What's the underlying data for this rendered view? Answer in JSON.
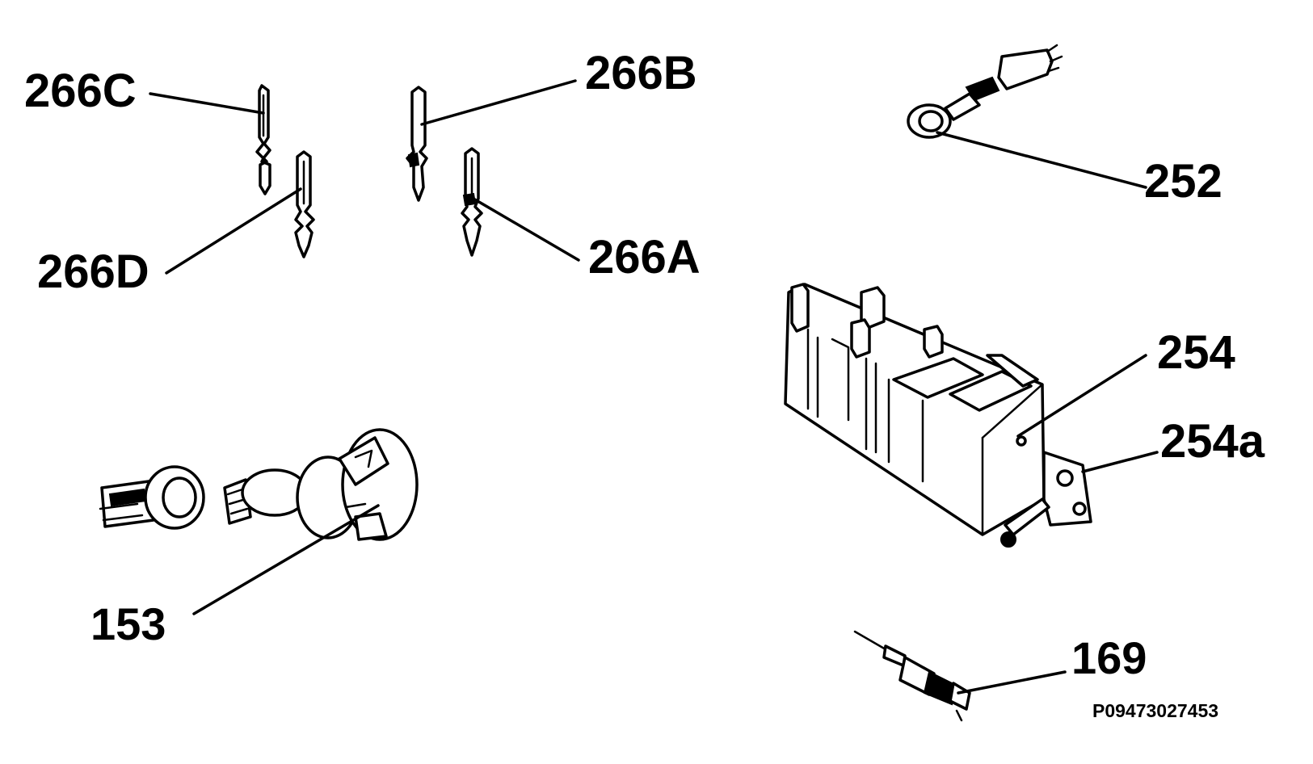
{
  "labels": {
    "l266C": "266C",
    "l266B": "266B",
    "l252": "252",
    "l266D": "266D",
    "l266A": "266A",
    "l254": "254",
    "l254a": "254a",
    "l153": "153",
    "l169": "169"
  },
  "reference_code": "P09473027453",
  "colors": {
    "ink": "#000000",
    "background": "#ffffff"
  }
}
